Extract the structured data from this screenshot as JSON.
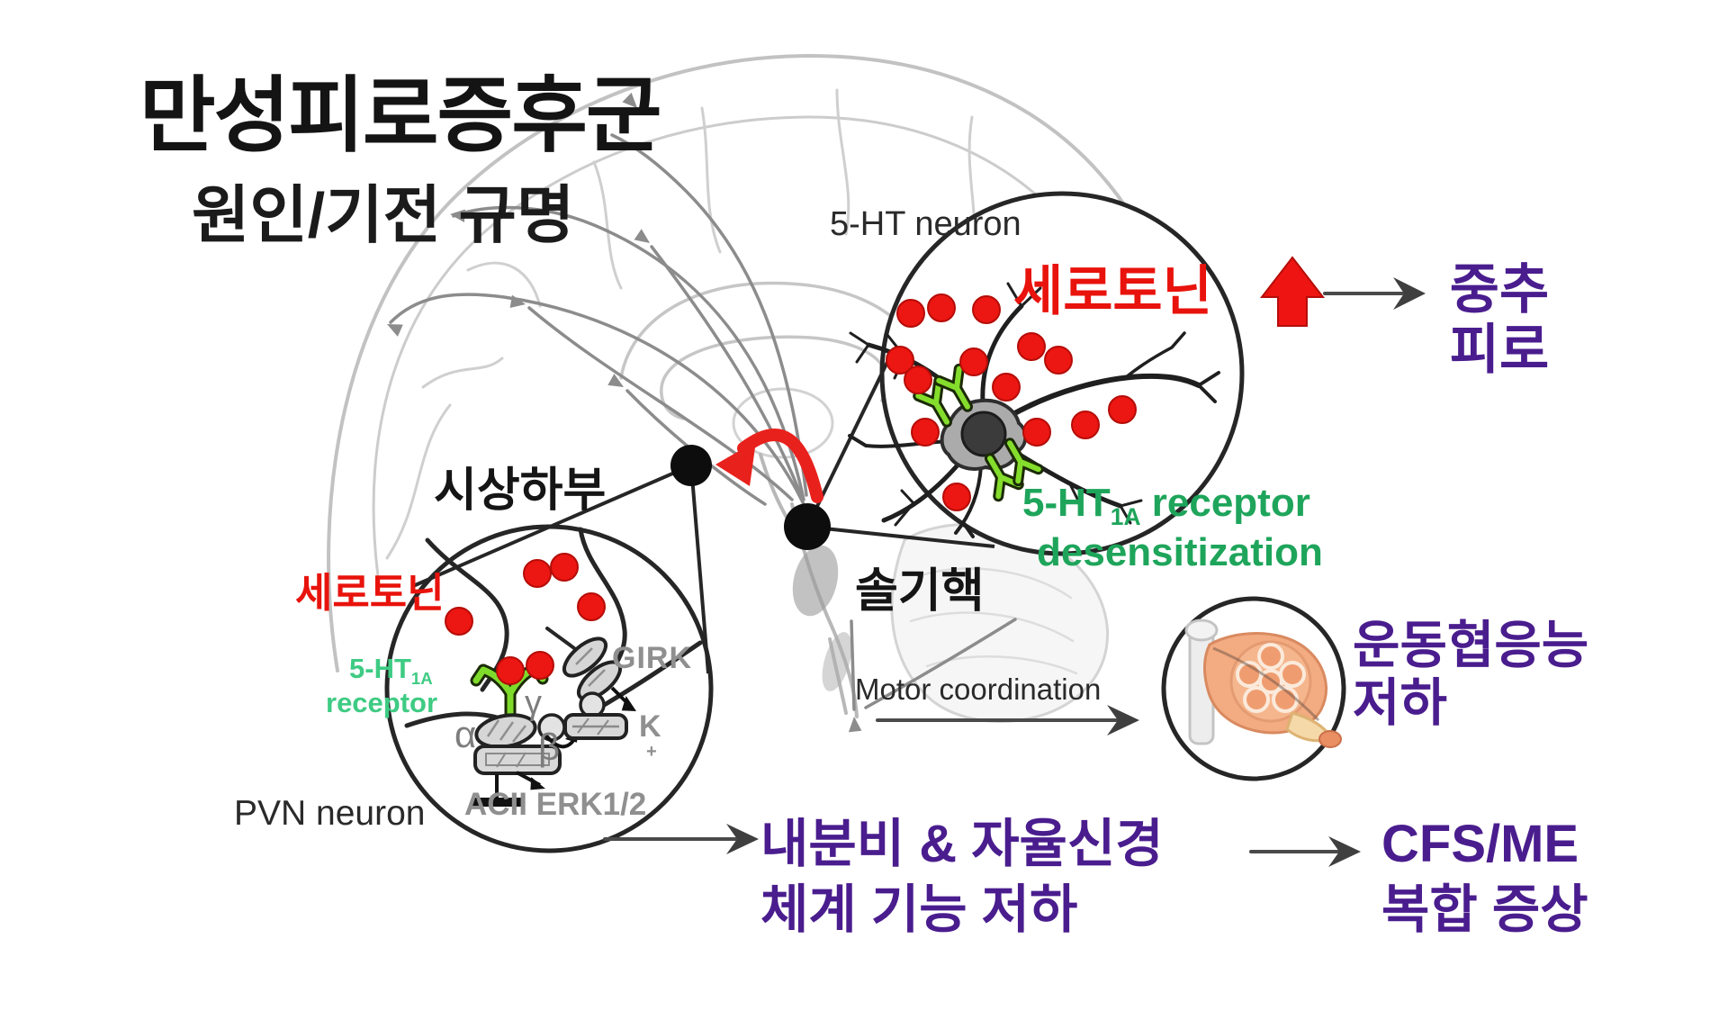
{
  "title": {
    "line1": "만성피로증후군",
    "line2": "원인/기전 규명"
  },
  "brain": {
    "neuron_label": "5-HT neuron",
    "hypothalamus_label": "시상하부",
    "raphe_label": "솔기핵",
    "motor_pathway_label": "Motor coordination"
  },
  "big_circle": {
    "serotonin_label": "세로토닌",
    "receptor_prefix": "5-HT",
    "receptor_sub": "1A",
    "receptor_rest": " receptor",
    "receptor_line2": "desensitization"
  },
  "left_circle": {
    "serotonin_label": "세로토닌",
    "receptor_prefix": "5-HT",
    "receptor_sub": "1A",
    "receptor_line2": "receptor",
    "girk_label": "GIRK",
    "k_label": "K",
    "k_sup": "+",
    "alpha": "α",
    "beta": "β",
    "gamma": "γ",
    "acii_label": "ACII ERK1/2",
    "pvn_label": "PVN neuron"
  },
  "outcomes": {
    "central": {
      "line1": "중추",
      "line2": "피로"
    },
    "motor": {
      "line1": "운동협응능",
      "line2": "저하"
    },
    "endocrine": {
      "line1": "내분비 & 자율신경",
      "line2": "체계 기능 저하"
    },
    "cfs": {
      "line1": "CFS/ME",
      "line2": "복합 증상"
    }
  },
  "colors": {
    "red": "#e8130c",
    "purple": "#4a1d8e",
    "green_dark": "#1ea55b",
    "green_mint": "#3ecb83",
    "gray_label": "#8f8f8f",
    "black": "#1b1b1b"
  }
}
